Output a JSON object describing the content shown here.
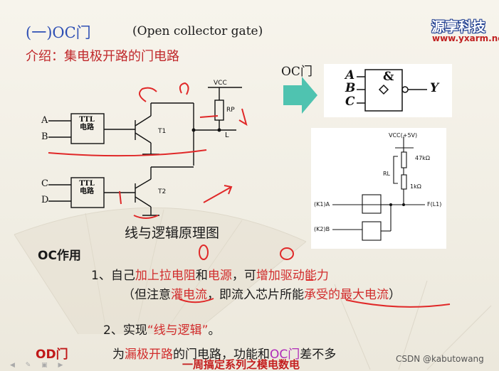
{
  "header": {
    "title": "(一)OC门",
    "subtitle": "(Open collector gate)",
    "intro": "介绍：集电极开路的门电路"
  },
  "brand": {
    "name": "源享科技",
    "site": "www.yxarm.net"
  },
  "diagram_left": {
    "gate_label": "TTL\n电路",
    "inputs_top": [
      "A",
      "B"
    ],
    "inputs_bottom": [
      "C",
      "D"
    ],
    "vcc": "VCC",
    "rp": "RP",
    "output": "L",
    "t1": "T1",
    "t2": "T2",
    "caption": "线与逻辑原理图"
  },
  "oc_symbol": {
    "label": "OC门",
    "inputs": [
      "A",
      "B",
      "C"
    ],
    "gate": "&",
    "output": "Y"
  },
  "schematic": {
    "vcc": "VCC(+5V)",
    "r_top": "47kΩ",
    "rl": "RL",
    "r_bottom": "1kΩ",
    "input1": "(K1)A",
    "input2": "(K2)B",
    "output": "F(L1)"
  },
  "oc_role": {
    "heading": "OC作用",
    "p1": {
      "a": "1、自己",
      "b": "加上拉电阻",
      "c": "和",
      "d": "电源",
      "e": "，可",
      "f": "增加驱动能力"
    },
    "p2": {
      "a": "（但注意",
      "b": "灌电流",
      "c": "，即流入芯片所能",
      "d": "承受的最大电流",
      "e": "）"
    },
    "p3": {
      "a": "2、实现",
      "b": "“线与逻辑”",
      "c": "。"
    }
  },
  "od": {
    "title": "OD门",
    "a": "为",
    "b": "漏极开路",
    "c": "的门电路，功能和",
    "d": "OC门",
    "e": "差不多"
  },
  "footer": "一周搞定系列之模电数电",
  "credit": "CSDN @kabutowang",
  "colors": {
    "title_blue": "#2e4fb4",
    "red": "#d12c2c",
    "magenta": "#b02ab8",
    "arrow_teal": "#4fc3b0"
  },
  "icons": [
    "next-arrow-icon",
    "toolbar-nav-icons"
  ]
}
